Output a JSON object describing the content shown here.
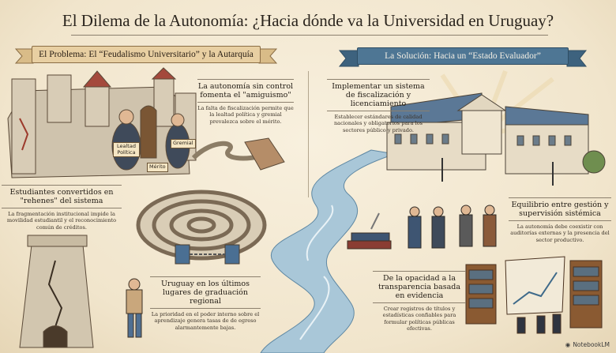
{
  "title": "El Dilema de la Autonomía: ¿Hacia dónde va la Universidad en Uruguay?",
  "problem": {
    "banner": "El Problema: El “Feudalismo Universitario” y la Autarquía",
    "tags": {
      "lealtad": "Lealtad Política",
      "merito": "Mérito",
      "gremial": "Gremial"
    },
    "blocks": [
      {
        "heading": "La autonomía sin control fomenta el \"amiguismo\"",
        "body": "La falta de fiscalización permite que la lealtad política y gremial prevalezca sobre el mérito."
      },
      {
        "heading": "Estudiantes convertidos en \"rehenes\" del sistema",
        "body": "La fragmentación institucional impide la movilidad estudiantil y el reconocimiento común de créditos."
      },
      {
        "heading": "Uruguay en los últimos lugares de graduación regional",
        "body": "La prioridad en el poder interno sobre el aprendizaje genera tasas de de egreso alarmantemente bajas."
      }
    ]
  },
  "solution": {
    "banner": "La Solución: Hacia un “Estado Evaluador”",
    "blocks": [
      {
        "heading": "Implementar un sistema de fiscalización y licenciamiento",
        "body": "Establecer estándares de calidad nacionales y obligatorios para los sectores público y privado."
      },
      {
        "heading": "Equilibrio entre gestión y supervisión sistémica",
        "body": "La autonomía debe coexistir con auditorías externas y la presencia del sector productivo."
      },
      {
        "heading": "De la opacidad a la transparencia basada en evidencia",
        "body": "Crear registros de títulos y estadísticas confiables para formular políticas públicas efectivas."
      }
    ]
  },
  "watermark": "NotebookLM",
  "colors": {
    "banner_left": "#e8cfa2",
    "banner_right": "#4e7694",
    "background": "#f3e9d4"
  }
}
